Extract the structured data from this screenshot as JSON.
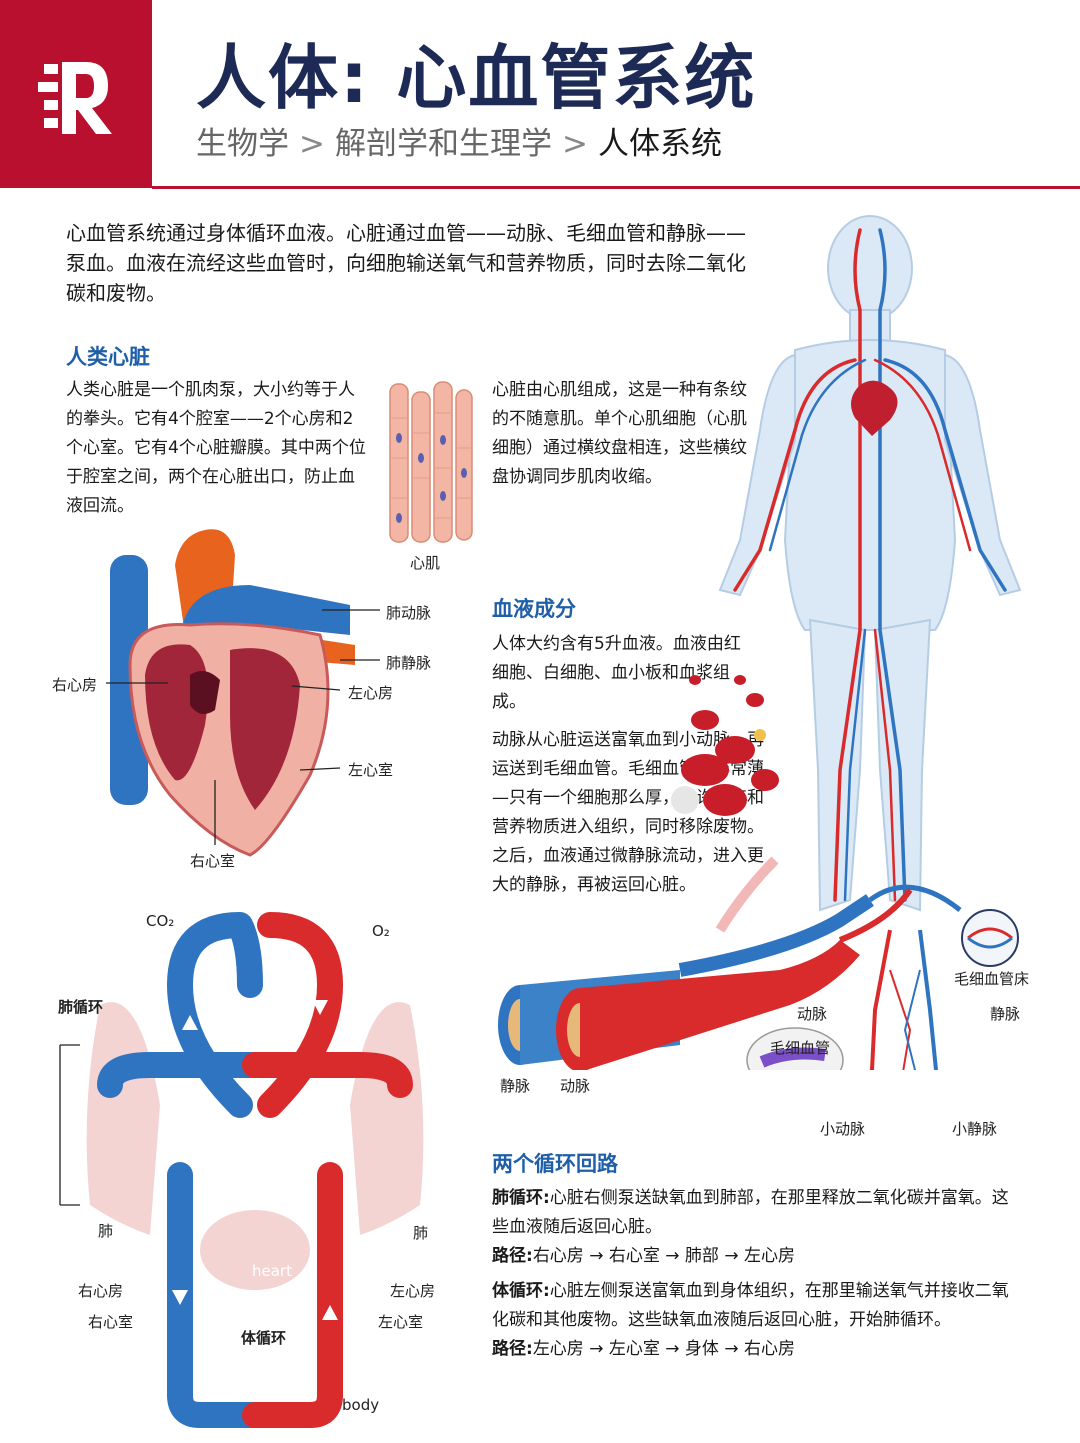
{
  "header": {
    "title": "人体: 心血管系统",
    "breadcrumb": [
      "生物学",
      "解剖学和生理学",
      "人体系统"
    ],
    "separator": ">"
  },
  "intro": "心血管系统通过身体循环血液。心脏通过血管——动脉、毛细血管和静脉——泵血。血液在流经这些血管时，向细胞输送氧气和营养物质，同时去除二氧化碳和废物。",
  "heart_section": {
    "heading": "人类心脏",
    "text": "人类心脏是一个肌肉泵，大小约等于人的拳头。它有4个腔室——2个心房和2个心室。它有4个心脏瓣膜。其中两个位于腔室之间，两个在心脏出口，防止血液回流。",
    "muscle_text": "心脏由心肌组成，这是一种有条纹的不随意肌。单个心肌细胞（心肌细胞）通过横纹盘相连，这些横纹盘协调同步肌肉收缩。",
    "muscle_label": "心肌",
    "labels": {
      "pulmonary_artery": "肺动脉",
      "pulmonary_vein": "肺静脉",
      "right_atrium": "右心房",
      "left_atrium": "左心房",
      "left_ventricle": "左心室",
      "right_ventricle": "右心室"
    }
  },
  "blood_section": {
    "heading": "血液成分",
    "text1": "人体大约含有5升血液。血液由红细胞、白细胞、血小板和血浆组成。",
    "text2": "动脉从心脏运送富氧血到小动脉，再运送到毛细血管。毛细血管壁非常薄—只有一个细胞那么厚，允许氧气和营养物质进入组织，同时移除废物。之后，血液通过微静脉流动，进入更大的静脉，再被运回心脏。"
  },
  "vessel_labels": {
    "vein": "静脉",
    "artery": "动脉",
    "capillary_bed": "毛细血管床",
    "artery_r": "动脉",
    "vein_r": "静脉",
    "capillary": "毛细血管",
    "arteriole": "小动脉",
    "venule": "小静脉"
  },
  "circulation_diagram": {
    "co2": "CO₂",
    "o2": "O₂",
    "pulmonary": "肺循环",
    "lung_left": "肺",
    "lung_right": "肺",
    "heart": "heart",
    "systemic": "体循环",
    "body": "body",
    "right_atrium": "右心房",
    "right_ventricle": "右心室",
    "left_atrium": "左心房",
    "left_ventricle": "左心室"
  },
  "loops_section": {
    "heading": "两个循环回路",
    "pulmonary_title": "肺循环:",
    "pulmonary_text": "心脏右侧泵送缺氧血到肺部，在那里释放二氧化碳并富氧。这些血液随后返回心脏。",
    "pulmonary_path_title": "路径:",
    "pulmonary_path": "右心房 → 右心室 → 肺部 → 左心房",
    "systemic_title": "体循环:",
    "systemic_text": "心脏左侧泵送富氧血到身体组织，在那里输送氧气并接收二氧化碳和其他废物。这些缺氧血液随后返回心脏，开始肺循环。",
    "systemic_path_title": "路径:",
    "systemic_path": "左心房 → 左心室 → 身体 → 右心房"
  },
  "colors": {
    "brand_red": "#b8102e",
    "title_navy": "#1d2a55",
    "heading_blue": "#1f5fa8",
    "artery_red": "#d92b2b",
    "vein_blue": "#2f74c0"
  }
}
